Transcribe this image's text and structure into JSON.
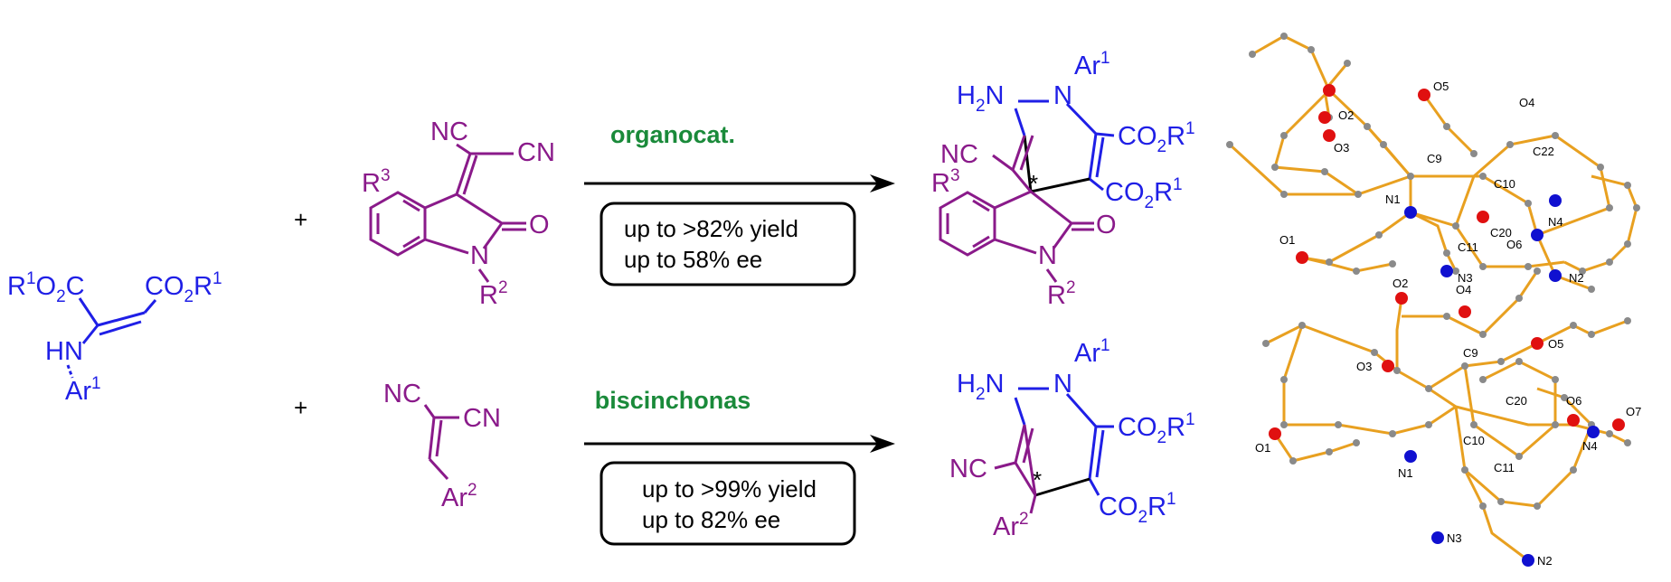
{
  "reactant_enamine": {
    "r1o2c": "R",
    "r1o2c_sup": "1",
    "r1o2c_tail": "O",
    "r1o2c_sub": "2",
    "r1o2c_c": "C",
    "co2r1": "CO",
    "co2r1_sub": "2",
    "co2r1_r": "R",
    "co2r1_sup": "1",
    "hn": "HN",
    "ar": "Ar",
    "ar_sup": "1"
  },
  "plus_top": "+",
  "plus_bottom": "+",
  "isatylidene": {
    "nc": "NC",
    "cn": "CN",
    "r3": "R",
    "r3_sup": "3",
    "o": "O",
    "n": "N",
    "r2": "R",
    "r2_sup": "2"
  },
  "alkylidene": {
    "nc": "NC",
    "cn": "CN",
    "ar": "Ar",
    "ar_sup": "2"
  },
  "reaction_top": {
    "catalyst": "organocat.",
    "yield": "up to >82% yield",
    "ee": "up to 58% ee"
  },
  "reaction_bottom": {
    "catalyst": "biscinchonas",
    "yield": "up to >99% yield",
    "ee": "up to 82% ee"
  },
  "product_top": {
    "h2n": "H",
    "h2n_sub": "2",
    "h2n_n": "N",
    "n": "N",
    "ar": "Ar",
    "ar_sup": "1",
    "co2r1_a": "CO",
    "co2r1_a_sub": "2",
    "co2r1_a_r": "R",
    "co2r1_a_sup": "1",
    "co2r1_b": "CO",
    "co2r1_b_sub": "2",
    "co2r1_b_r": "R",
    "co2r1_b_sup": "1",
    "nc": "NC",
    "star": "*",
    "r3": "R",
    "r3_sup": "3",
    "o": "O",
    "n2": "N",
    "r2": "R",
    "r2_sup": "2"
  },
  "product_bottom": {
    "h2n": "H",
    "h2n_sub": "2",
    "h2n_n": "N",
    "n": "N",
    "ar": "Ar",
    "ar_sup": "1",
    "co2r1_a": "CO",
    "co2r1_a_sub": "2",
    "co2r1_a_r": "R",
    "co2r1_a_sup": "1",
    "co2r1_b": "CO",
    "co2r1_b_sub": "2",
    "co2r1_b_r": "R",
    "co2r1_b_sup": "1",
    "nc": "NC",
    "star": "*",
    "ar2": "Ar",
    "ar2_sup": "2"
  },
  "crystal_top_labels": [
    "O5",
    "O4",
    "O2",
    "O3",
    "C9",
    "C22",
    "C10",
    "N1",
    "N4",
    "O1",
    "C20",
    "C11",
    "O6",
    "N3",
    "N2"
  ],
  "crystal_bottom_labels": [
    "O2",
    "O4",
    "O3",
    "C9",
    "O5",
    "O6",
    "O7",
    "C20",
    "N4",
    "O1",
    "N1",
    "C10",
    "C11",
    "N3",
    "N2"
  ],
  "colors": {
    "blue": "#1f1fe6",
    "purple": "#8a1a8a",
    "green": "#1a8a3a",
    "bond": "#e8a020",
    "oxygen": "#e01010",
    "nitrogen": "#1010d0",
    "carbon": "#8a8a8a"
  }
}
